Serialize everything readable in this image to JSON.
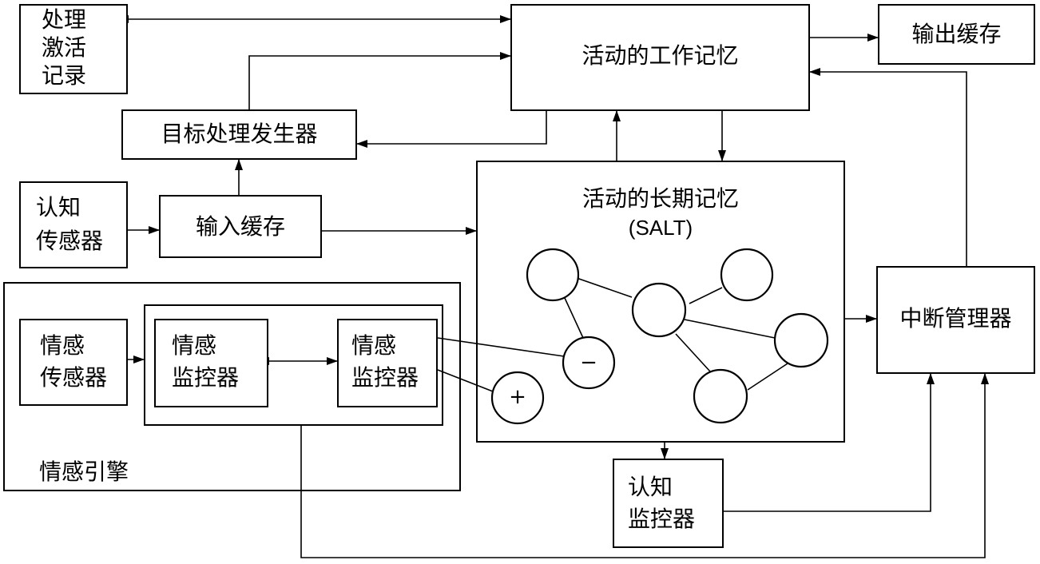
{
  "nodes": {
    "processing_activation_record": {
      "lines": [
        "处理",
        "激活",
        "记录"
      ]
    },
    "active_working_memory": {
      "label": "活动的工作记忆"
    },
    "output_buffer": {
      "label": "输出缓存"
    },
    "goal_process_generator": {
      "label": "目标处理发生器"
    },
    "cognitive_sensor": {
      "lines": [
        "认知",
        "传感器"
      ]
    },
    "input_buffer": {
      "label": "输入缓存"
    },
    "active_long_term_memory": {
      "label": "活动的长期记忆",
      "sublabel": "(SALT)"
    },
    "interrupt_manager": {
      "label": "中断管理器"
    },
    "emotion_engine": {
      "label": "情感引擎"
    },
    "emotion_sensor": {
      "lines": [
        "情感",
        "传感器"
      ]
    },
    "emotion_monitor_1": {
      "lines": [
        "情感",
        "监控器"
      ]
    },
    "emotion_monitor_2": {
      "lines": [
        "情感",
        "监控器"
      ]
    },
    "cognitive_monitor": {
      "lines": [
        "认知",
        "监控器"
      ]
    }
  },
  "symbols": {
    "minus": "−",
    "plus": "+"
  }
}
